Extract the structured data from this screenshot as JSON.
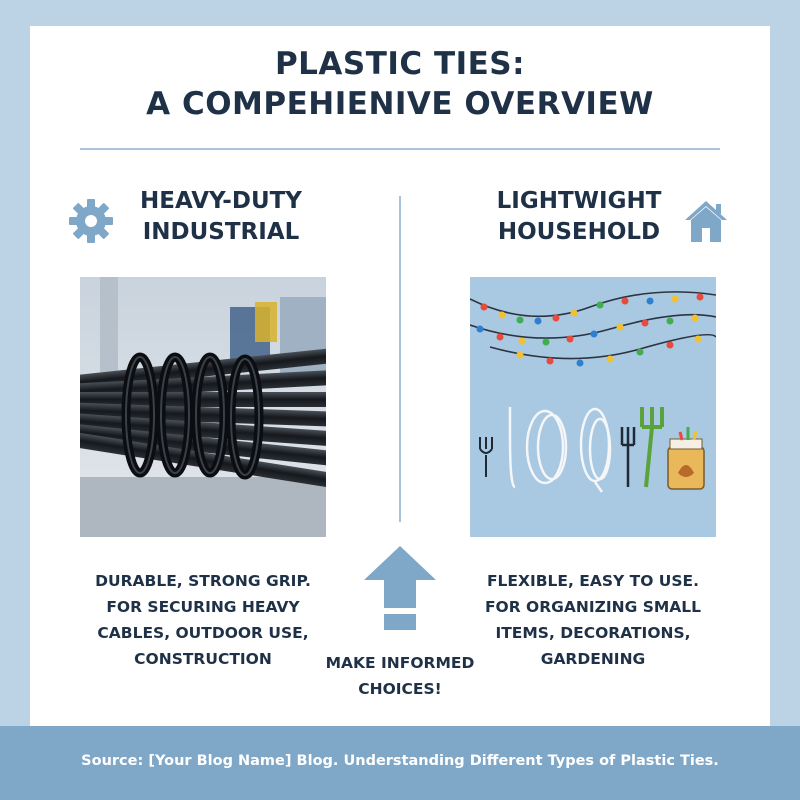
{
  "title": {
    "line1": "PLASTIC TIES:",
    "line2": "A COMPEHIENIVE OVERVIEW"
  },
  "left_panel": {
    "heading_line1": "HEAVY-DUTY",
    "heading_line2": "INDUSTRIAL",
    "icon": "gear-icon",
    "description_lines": [
      "DURABLE, STRONG GRIP.",
      "FOR SECURING HEAVY",
      "CABLES, OUTDOOR USE,",
      "CONSTRUCTION"
    ]
  },
  "right_panel": {
    "heading_line1": "LIGHTWIGHT",
    "heading_line2": "HOUSEHOLD",
    "icon": "house-icon",
    "description_lines": [
      "FLEXIBLE, EASY TO USE.",
      "FOR ORGANIZING SMALL",
      "ITEMS, DECORATIONS,",
      "GARDENING"
    ]
  },
  "center": {
    "icon": "up-arrow-icon",
    "cta_line1": "MAKE INFORMED",
    "cta_line2": "CHOICES!"
  },
  "footer": {
    "text": "Source: [Your Blog Name] Blog. Understanding Different Types of Plastic Ties."
  },
  "colors": {
    "background": "#bcd3e6",
    "text": "#1f3147",
    "accent": "#7fa7c8",
    "rule": "#a9c3da"
  }
}
